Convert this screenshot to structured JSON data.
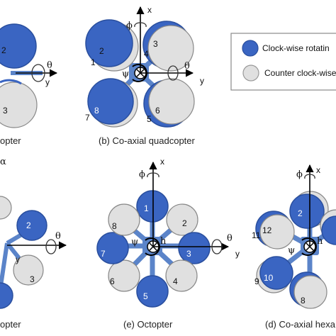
{
  "captions": {
    "a": "opter",
    "b": "(b) Co-axial quadcopter",
    "c": "opter",
    "e": "(e) Octopter",
    "d": "(d) Co-axial hexa"
  },
  "legend": {
    "cw_label": "Clock-wise rotatin",
    "ccw_label": "Counter clock-wise"
  },
  "axes": {
    "x": "x",
    "y": "y",
    "phi": "ϕ",
    "theta": "θ",
    "psi": "ψ",
    "h": "h"
  },
  "alpha_glyph": "α",
  "rotor_numbers": {
    "a": [
      "2",
      "3"
    ],
    "b": [
      "1",
      "2",
      "3",
      "4",
      "5",
      "6",
      "7",
      "8"
    ],
    "c": [
      "2",
      "3"
    ],
    "e": [
      "1",
      "2",
      "3",
      "4",
      "5",
      "6",
      "7",
      "8"
    ],
    "d": [
      "2",
      "8",
      "9",
      "10",
      "11",
      "12"
    ]
  },
  "colors": {
    "cw": "#3a65c2",
    "ccw": "#e0e0e0",
    "arm": "#5b84c9",
    "outline": "#2a4f9e"
  }
}
